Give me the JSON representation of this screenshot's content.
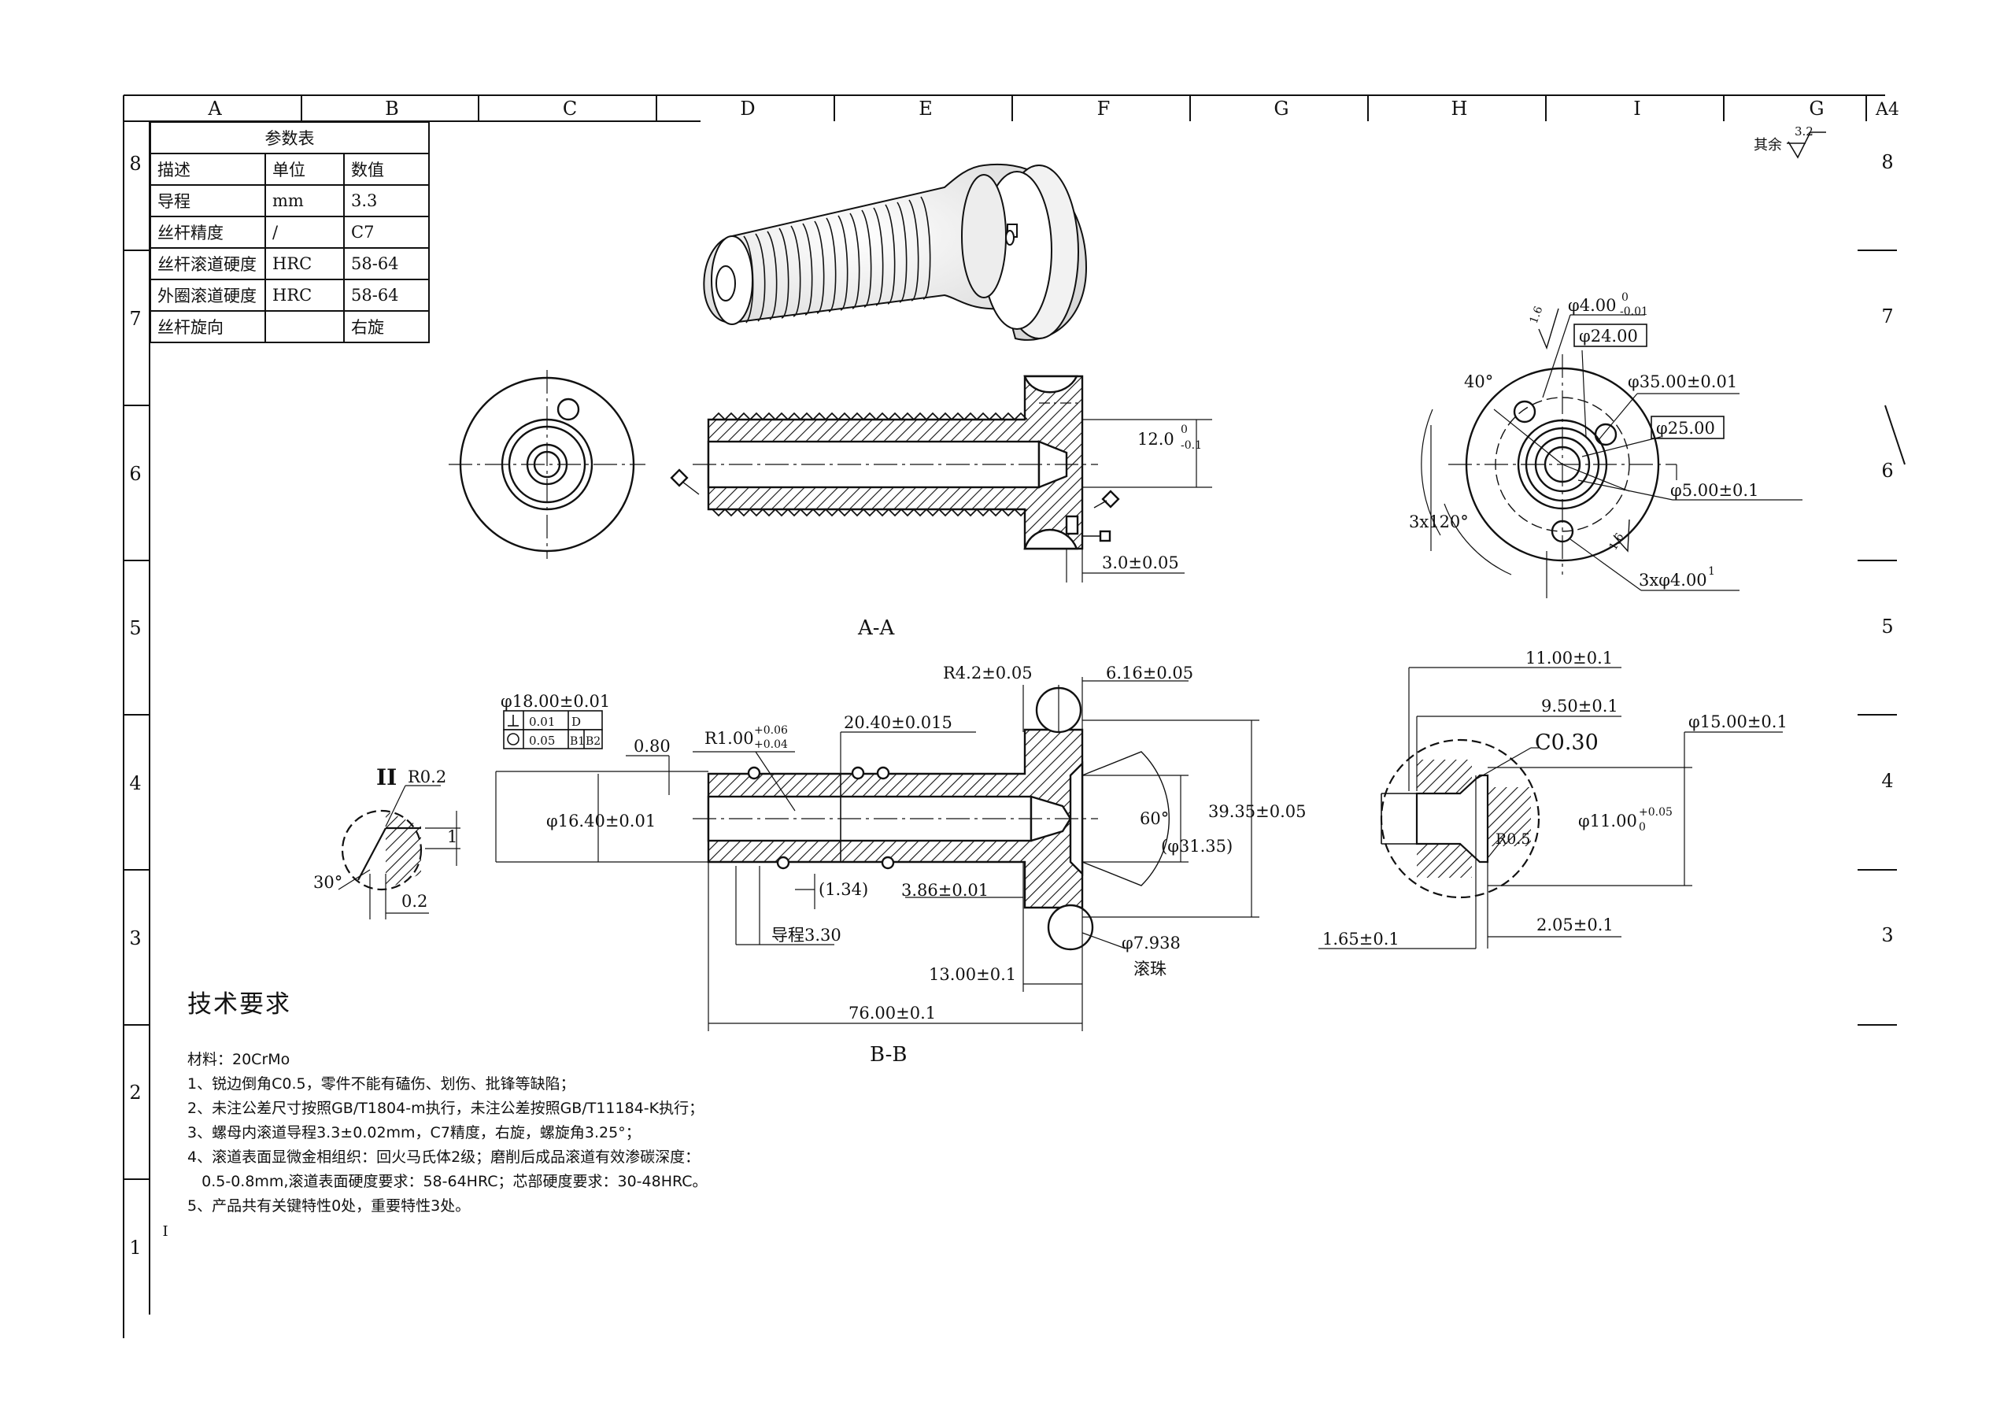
{
  "frame": {
    "top_columns": [
      "A",
      "B",
      "C",
      "D",
      "E",
      "F",
      "G",
      "H",
      "I",
      "G"
    ],
    "rows": [
      "8",
      "7",
      "6",
      "5",
      "4",
      "3",
      "2",
      "1"
    ],
    "sheet_size": "A4",
    "roughness_note": "其余",
    "roughness_value": "3.2",
    "cursor_mark": "I"
  },
  "param_table": {
    "caption": "参数表",
    "headers": [
      "描述",
      "单位",
      "数值"
    ],
    "rows": [
      [
        "导程",
        "mm",
        "3.3"
      ],
      [
        "丝杆精度",
        "/",
        "C7"
      ],
      [
        "丝杆滚道硬度",
        "HRC",
        "58-64"
      ],
      [
        "外圈滚道硬度",
        "HRC",
        "58-64"
      ],
      [
        "丝杆旋向",
        "",
        "右旋"
      ]
    ]
  },
  "views": {
    "section_aa": "A-A",
    "section_bb": "B-B",
    "detail": "II"
  },
  "dimensions": {
    "aa_12": "12.0",
    "aa_12_tol": "-0.1",
    "aa_12_upper": "0",
    "aa_3": "3.0±0.05",
    "side_phi4": "φ4.00",
    "side_phi4_upper": "0",
    "side_phi4_lower": "-0.01",
    "side_phi24": "φ24.00",
    "side_phi35": "φ35.00±0.01",
    "side_phi25": "φ25.00",
    "side_phi5": "φ5.00±0.1",
    "side_3x120": "3x120°",
    "side_3xphi4": "3xφ4.00",
    "side_40": "40°",
    "side_16a": "1.6",
    "side_16b": "1.6",
    "bb_phi18": "φ18.00±0.01",
    "gdt_perp": "0.01",
    "gdt_perp_ref": "D",
    "gdt_conc": "0.05",
    "gdt_conc_ref1": "B1",
    "gdt_conc_ref2": "B2",
    "bb_080": "0.80",
    "bb_r1": "R1.00",
    "bb_r1_upper": "+0.06",
    "bb_r1_lower": "+0.04",
    "bb_2040": "20.40±0.015",
    "bb_r42": "R4.2±0.05",
    "bb_616": "6.16±0.05",
    "bb_phi164": "φ16.40±0.01",
    "bb_60": "60°",
    "bb_3935": "39.35±0.05",
    "bb_phi3135": "(φ31.35)",
    "bb_134": "(1.34)",
    "bb_386": "3.86±0.01",
    "bb_lead": "导程3.30",
    "bb_phi7938": "φ7.938",
    "bb_ball": "滚珠",
    "bb_1300": "13.00±0.1",
    "bb_7600": "76.00±0.1",
    "det_r02": "R0.2",
    "det_1": "1",
    "det_30": "30°",
    "det_02": "0.2",
    "rv_1100": "11.00±0.1",
    "rv_950": "9.50±0.1",
    "rv_c030": "C0.30",
    "rv_phi15": "φ15.00±0.1",
    "rv_phi11": "φ11.00",
    "rv_phi11_upper": "+0.05",
    "rv_phi11_lower": "0",
    "rv_r05": "R0.5",
    "rv_165": "1.65±0.1",
    "rv_205": "2.05±0.1"
  },
  "tech_requirements": {
    "title": "技术要求",
    "material": "材料：20CrMo",
    "items": [
      "1、锐边倒角C0.5，零件不能有磕伤、划伤、批锋等缺陷；",
      "2、未注公差尺寸按照GB/T1804-m执行，未注公差按照GB/T11184-K执行；",
      "3、螺母内滚道导程3.3±0.02mm，C7精度，右旋，螺旋角3.25°；",
      "4、滚道表面显微金相组织：回火马氏体2级；磨削后成品滚道有效渗碳深度：",
      "   0.5-0.8mm,滚道表面硬度要求：58-64HRC；芯部硬度要求：30-48HRC。",
      "5、产品共有关键特性0处，重要特性3处。"
    ]
  }
}
